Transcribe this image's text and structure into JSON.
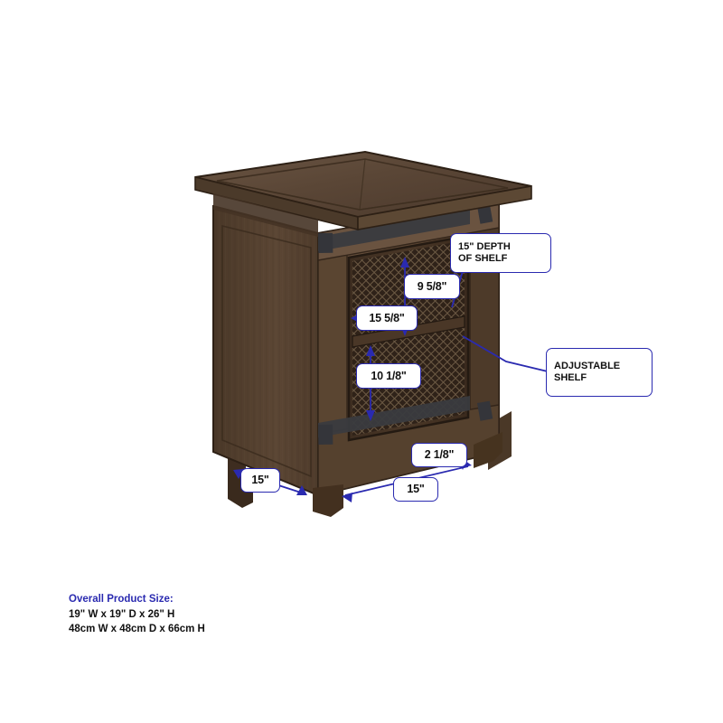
{
  "diagram": {
    "title": "End table dimension diagram",
    "accent_color": "#2a2ab0",
    "callouts": [
      {
        "id": "depth_of_shelf",
        "text": "15\" DEPTH\nOF SHELF",
        "type": "note"
      },
      {
        "id": "adjustable_shelf",
        "text": "ADJUSTABLE\nSHELF",
        "type": "note"
      },
      {
        "id": "upper_opening_height",
        "text": "9 5/8\"",
        "type": "dimension"
      },
      {
        "id": "door_opening_width",
        "text": "15 5/8\"",
        "type": "dimension"
      },
      {
        "id": "lower_opening_height",
        "text": "10 1/8\"",
        "type": "dimension"
      },
      {
        "id": "toe_kick_height",
        "text": "2 1/8\"",
        "type": "dimension"
      },
      {
        "id": "side_depth",
        "text": "15\"",
        "type": "dimension"
      },
      {
        "id": "front_width",
        "text": "15\"",
        "type": "dimension"
      }
    ]
  },
  "overall_size": {
    "heading": "Overall Product Size:",
    "inches": "19\" W x 19\" D x 26\" H",
    "centimeters": "48cm W x 48cm D x 66cm H"
  }
}
